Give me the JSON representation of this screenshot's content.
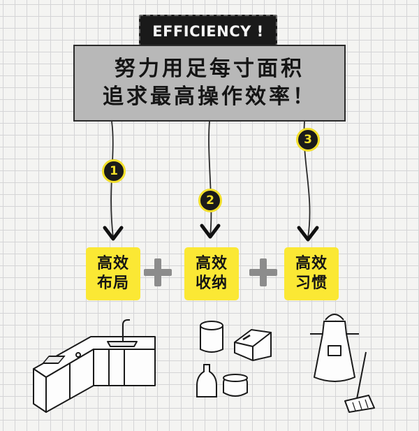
{
  "banner": {
    "text": "EFFICIENCY !"
  },
  "headline": {
    "line1": "努力用足每寸面积",
    "line2": "追求最高操作效率！"
  },
  "steps": [
    {
      "number": "1",
      "line1": "高效",
      "line2": "布局",
      "illustration": "kitchen-counter-sink"
    },
    {
      "number": "2",
      "line1": "高效",
      "line2": "收纳",
      "illustration": "storage-containers"
    },
    {
      "number": "3",
      "line1": "高效",
      "line2": "习惯",
      "illustration": "apron-and-broom"
    }
  ],
  "operators": [
    "+",
    "+"
  ],
  "colors": {
    "label_fill": "#fbe834",
    "badge_ring": "#f2df2a",
    "banner_fill": "#1a1a1a",
    "headline_fill": "#b8b8b8"
  }
}
